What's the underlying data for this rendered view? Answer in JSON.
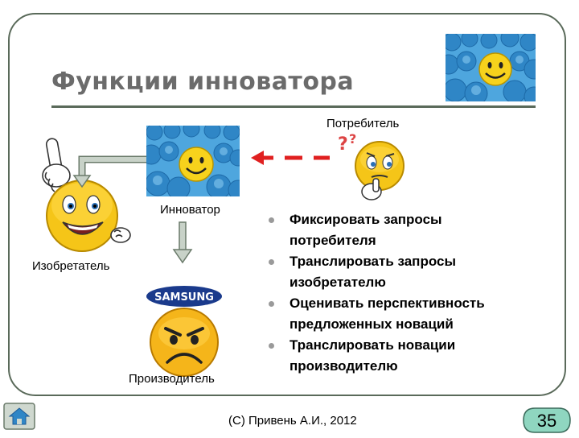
{
  "slide": {
    "title": "Функции инноватора",
    "footer": "(C) Привень А.И., 2012",
    "page_number": "35"
  },
  "diagram": {
    "roles": {
      "consumer": "Потребитель",
      "innovator": "Инноватор",
      "inventor": "Изобретатель",
      "producer": "Производитель"
    },
    "brand_logo_text": "SAMSUNG",
    "question_marks": "??"
  },
  "functions": [
    "Фиксировать запросы потребителя",
    "Транслировать запросы изобретателю",
    "Оценивать перспективность предложенных новаций",
    "Транслировать новации производителю"
  ],
  "colors": {
    "frame": "#5a6a5a",
    "title_text": "#6b6b6b",
    "arrow_red": "#e02020",
    "arrow_gray_fill": "#c8d2c8",
    "smiley_yellow": "#f7d21c",
    "crowd_blue": "#62b5e6",
    "page_badge": "#8fd6c0"
  }
}
